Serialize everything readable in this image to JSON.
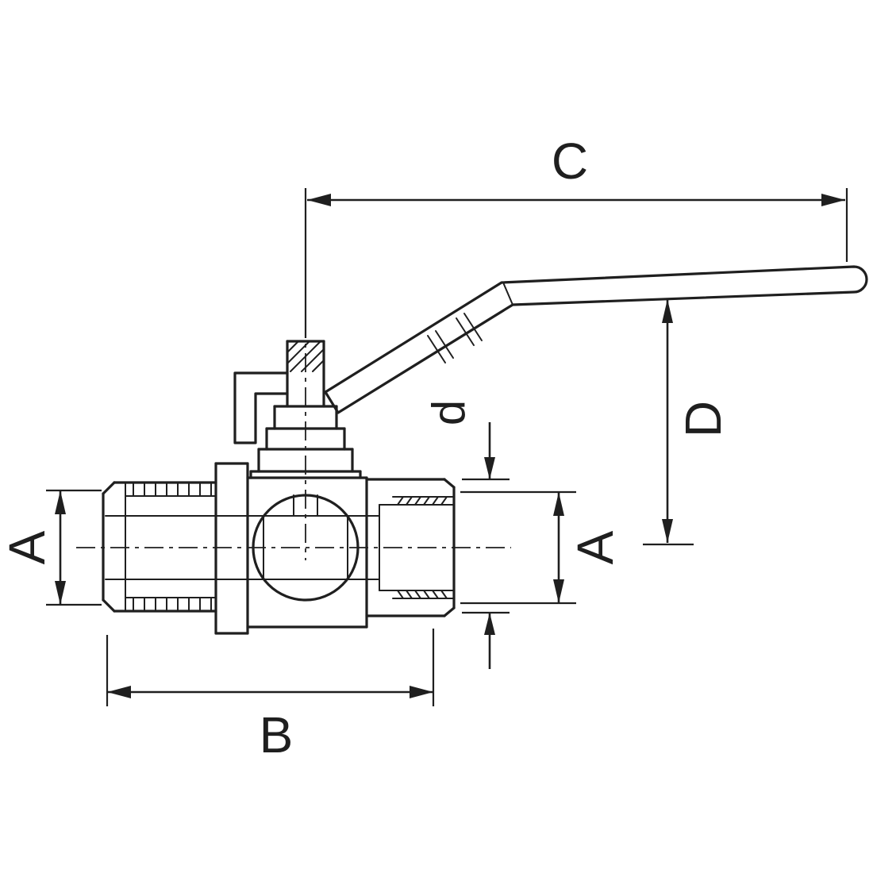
{
  "page": {
    "background_color": "#ffffff",
    "line_color": "#1f1f1f"
  },
  "drawing": {
    "kind": "technical line drawing, ball valve with lever handle, sectional view",
    "labels": {
      "dim_c": "C",
      "dim_d_small": "d",
      "dim_d_cap": "D",
      "dim_a_left": "A",
      "dim_a_right": "A",
      "dim_b": "B"
    }
  }
}
